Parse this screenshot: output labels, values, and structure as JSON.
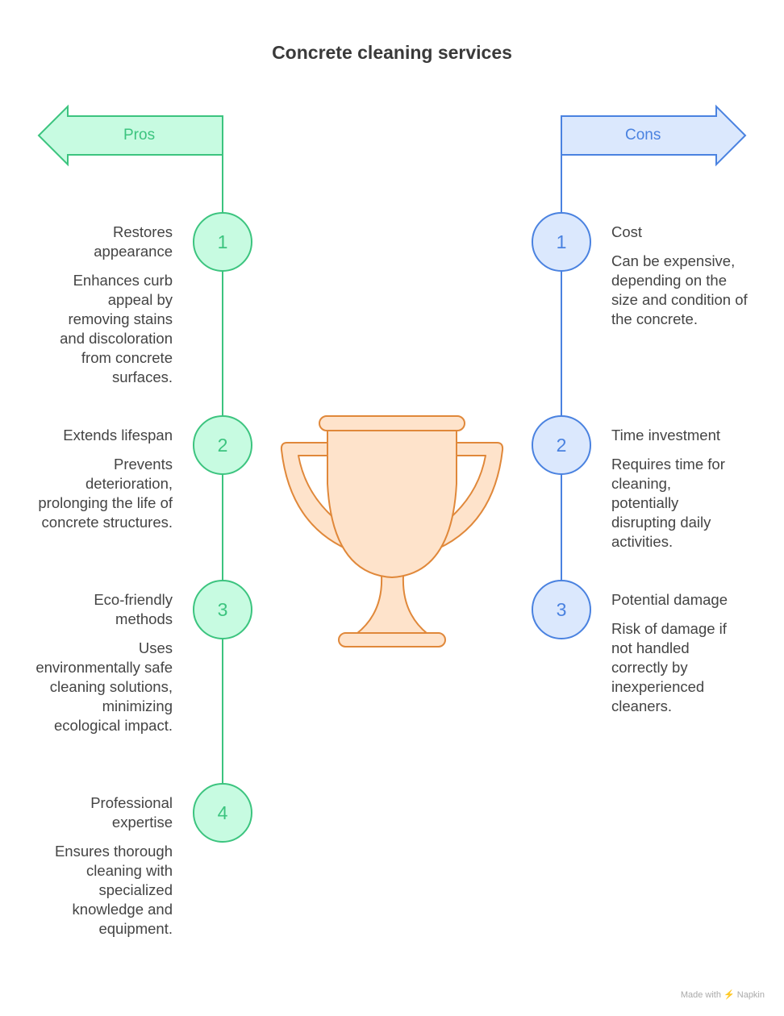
{
  "title": "Concrete cleaning services",
  "pros": {
    "label": "Pros",
    "color": "#3cc47f",
    "fill": "#c7fbe1",
    "items": [
      {
        "num": "1",
        "title": "Restores appearance",
        "desc": "Enhances curb appeal by removing stains and discoloration from concrete surfaces."
      },
      {
        "num": "2",
        "title": "Extends lifespan",
        "desc": "Prevents deterioration, prolonging the life of concrete structures."
      },
      {
        "num": "3",
        "title": "Eco-friendly methods",
        "desc": "Uses environmentally safe cleaning solutions, minimizing ecological impact."
      },
      {
        "num": "4",
        "title": "Professional expertise",
        "desc": "Ensures thorough cleaning with specialized knowledge and equipment."
      }
    ]
  },
  "cons": {
    "label": "Cons",
    "color": "#4a82e0",
    "fill": "#dbe8fd",
    "items": [
      {
        "num": "1",
        "title": "Cost",
        "desc": "Can be expensive, depending on the size and condition of the concrete."
      },
      {
        "num": "2",
        "title": "Time investment",
        "desc": "Requires time for cleaning, potentially disrupting daily activities."
      },
      {
        "num": "3",
        "title": "Potential damage",
        "desc": "Risk of damage if not handled correctly by inexperienced cleaners."
      }
    ]
  },
  "footer": "Made with ⚡ Napkin"
}
